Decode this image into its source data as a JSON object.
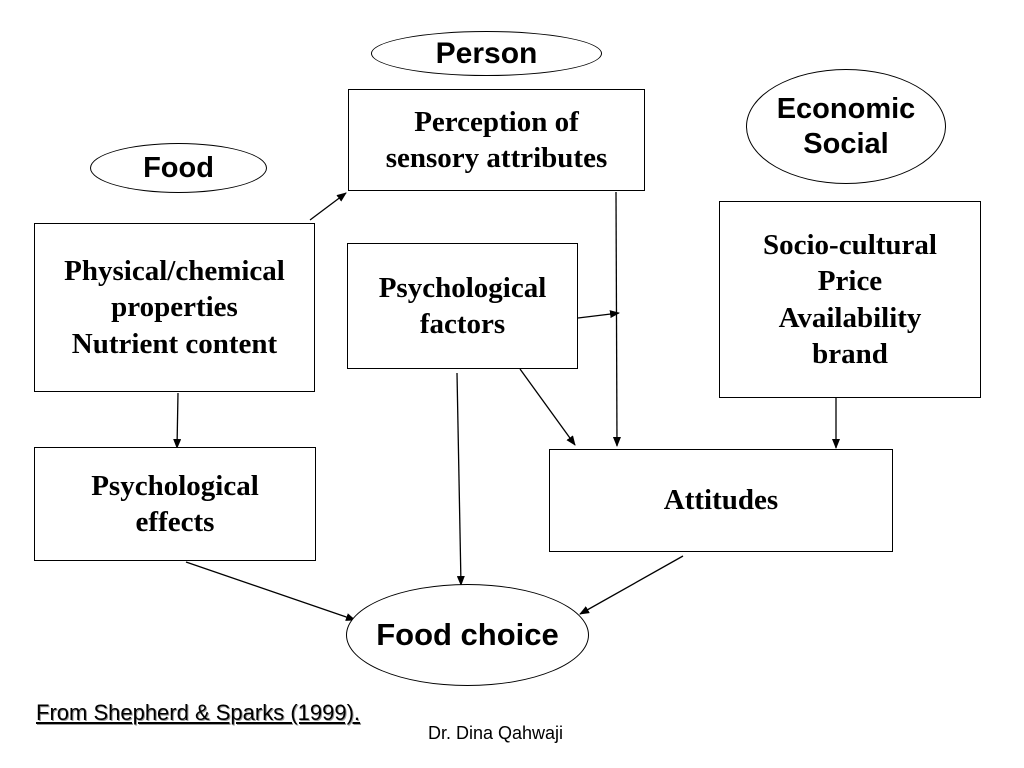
{
  "ovals": {
    "person": "Person",
    "food": "Food",
    "economic_social": [
      "Economic",
      "Social"
    ],
    "food_choice": "Food choice"
  },
  "boxes": {
    "perception": [
      "Perception of",
      "sensory attributes"
    ],
    "physical": [
      "Physical/chemical",
      "properties",
      "Nutrient content"
    ],
    "psych_factors": [
      "Psychological",
      "factors"
    ],
    "socio": [
      "Socio-cultural",
      "Price",
      "Availability",
      "brand"
    ],
    "psych_effects": [
      "Psychological",
      "effects"
    ],
    "attitudes": "Attitudes"
  },
  "citation": "From Shepherd & Sparks (1999).",
  "author": "Dr. Dina Qahwaji"
}
